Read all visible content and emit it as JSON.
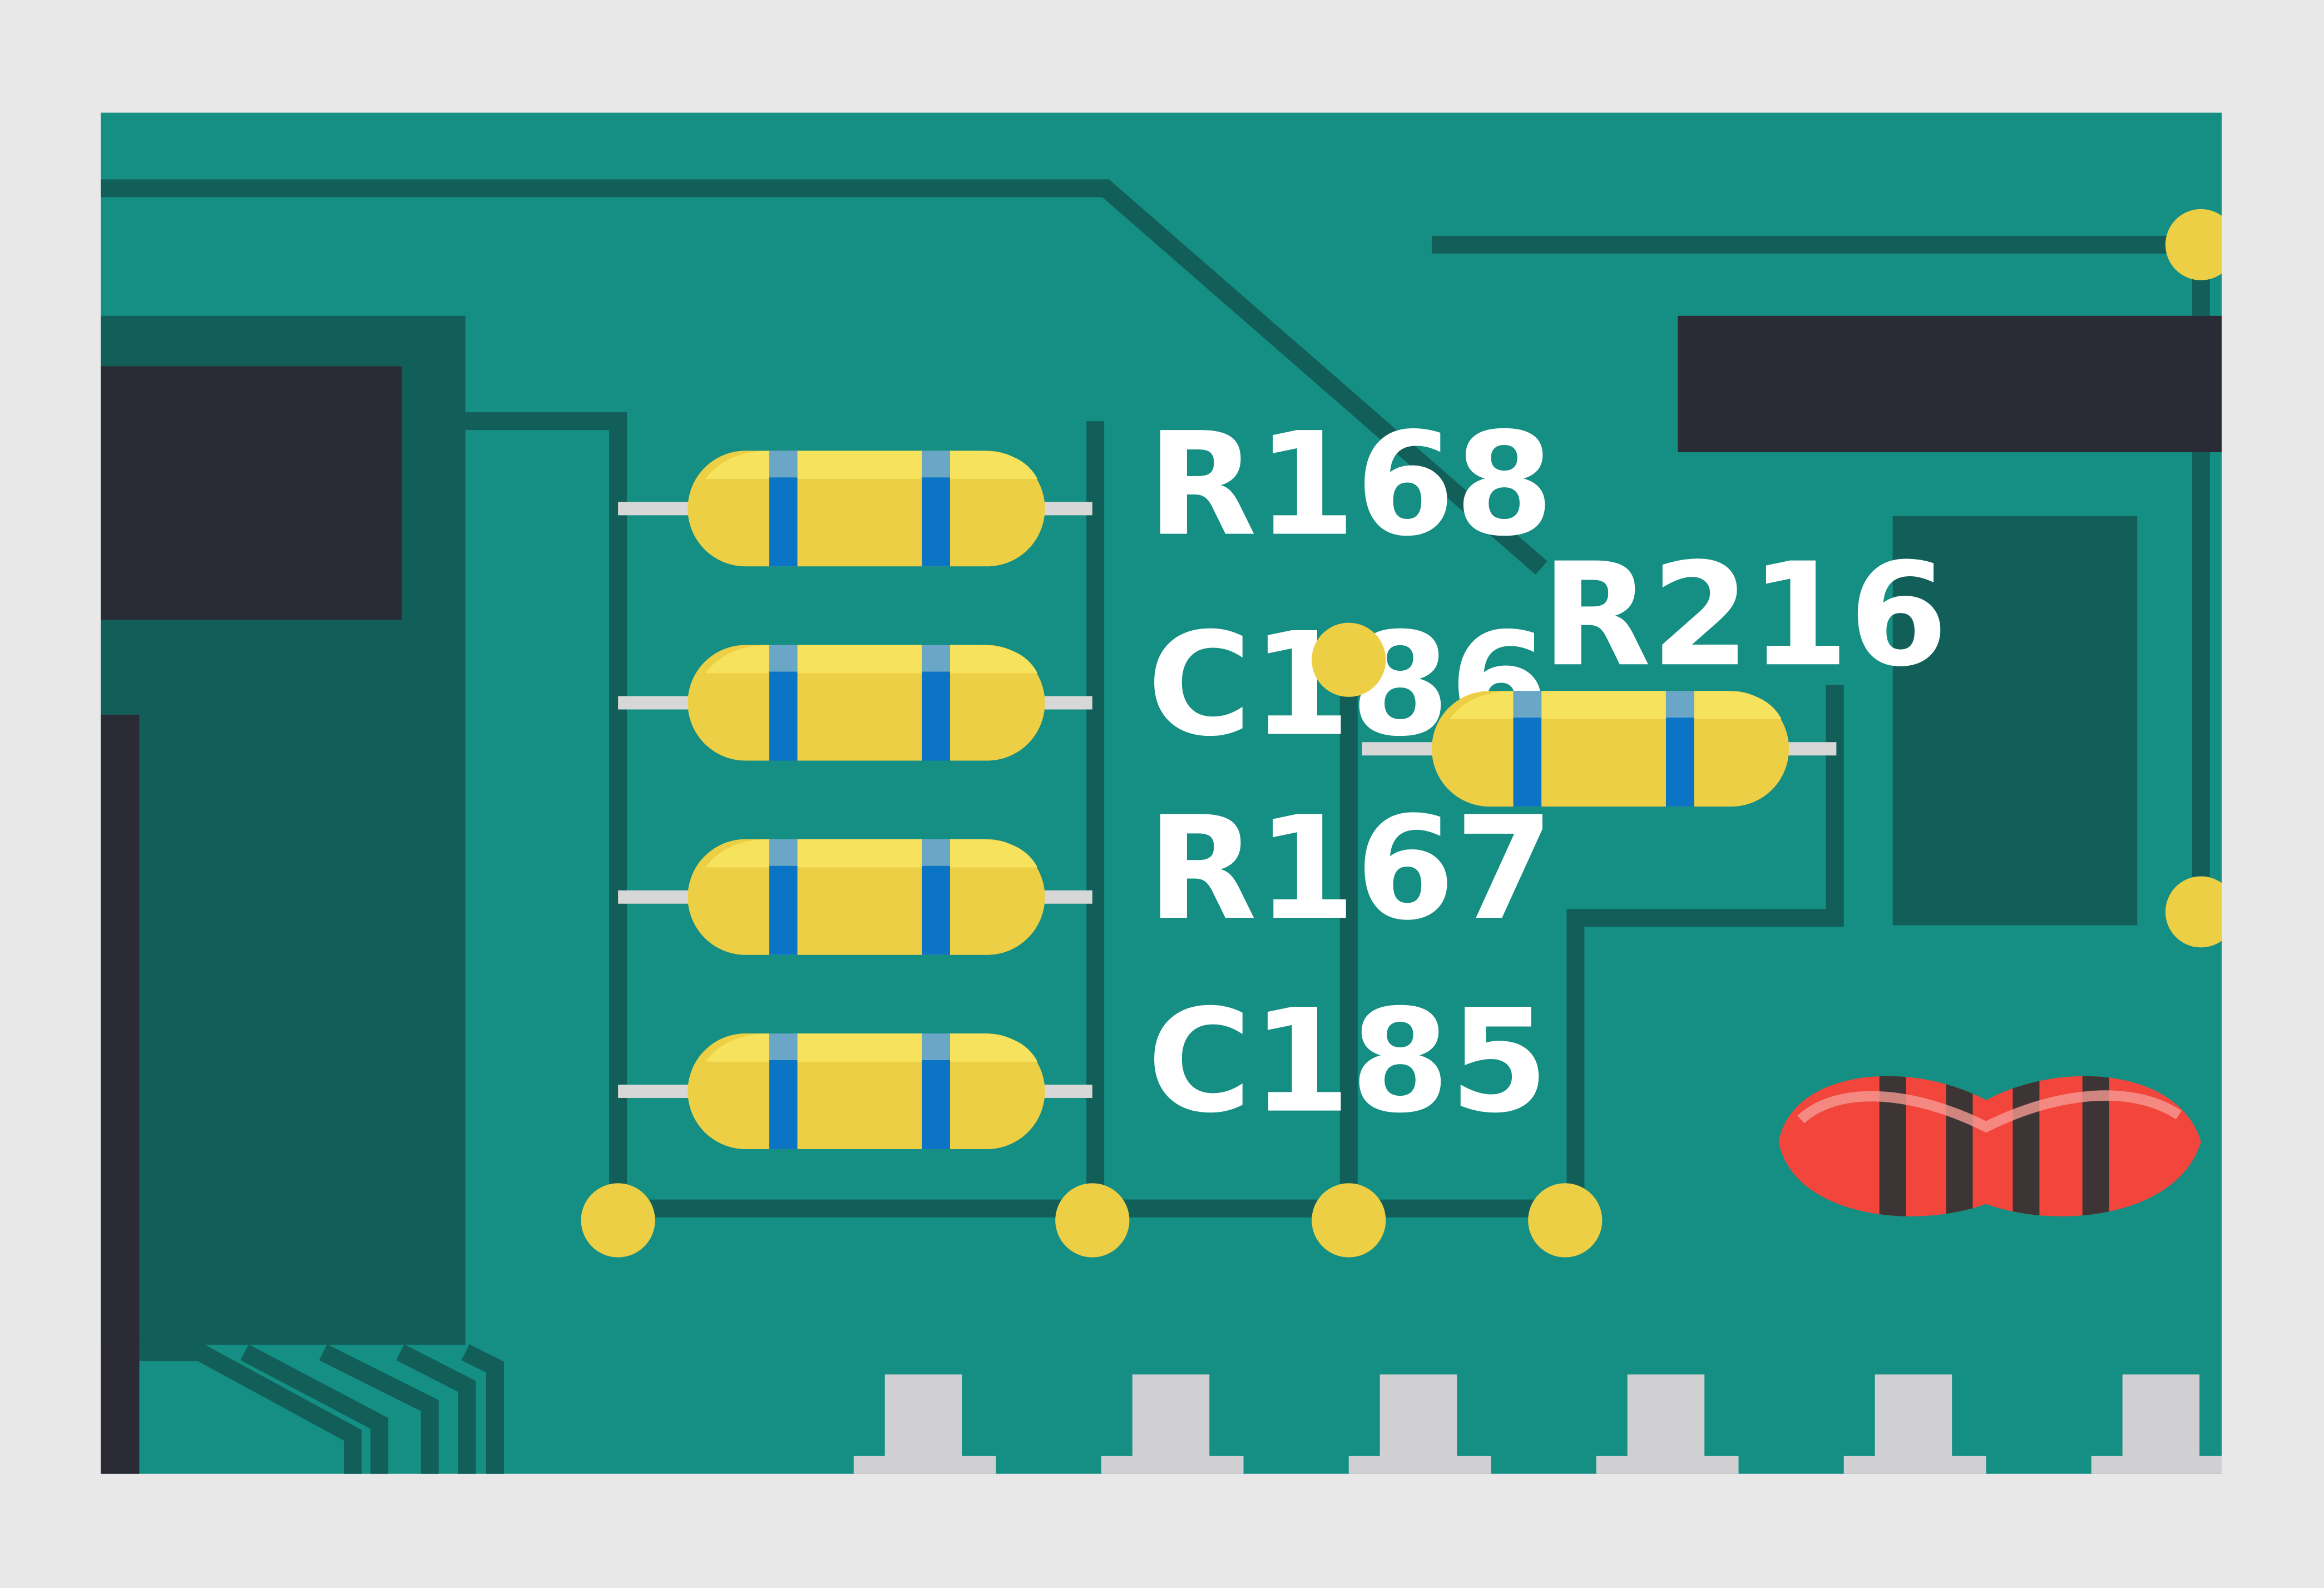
{
  "colors": {
    "background": "#e8e8e8",
    "board": "#158e83",
    "trace": "#115f58",
    "dark_block": "#2b2b35",
    "pad": "#edcf45",
    "resistor_body": "#edcf45",
    "resistor_highlight": "#f7e25e",
    "resistor_band": "#0b74c4",
    "resistor_band_highlight": "#6aa6c6",
    "lead": "#d7d7d7",
    "red_component": "#f2463c",
    "red_component_band": "#3d3535",
    "connector_pin": "#d0d0d3"
  },
  "components": [
    {
      "id": "R168",
      "label": "R168"
    },
    {
      "id": "C186",
      "label": "C186"
    },
    {
      "id": "R167",
      "label": "R167"
    },
    {
      "id": "C185",
      "label": "C185"
    },
    {
      "id": "R216",
      "label": "R216"
    }
  ],
  "icons": {
    "resistor": "resistor-icon",
    "solder_pad": "solder-pad-icon",
    "red_component": "inductor-icon",
    "connector_pin": "connector-pin-icon"
  }
}
